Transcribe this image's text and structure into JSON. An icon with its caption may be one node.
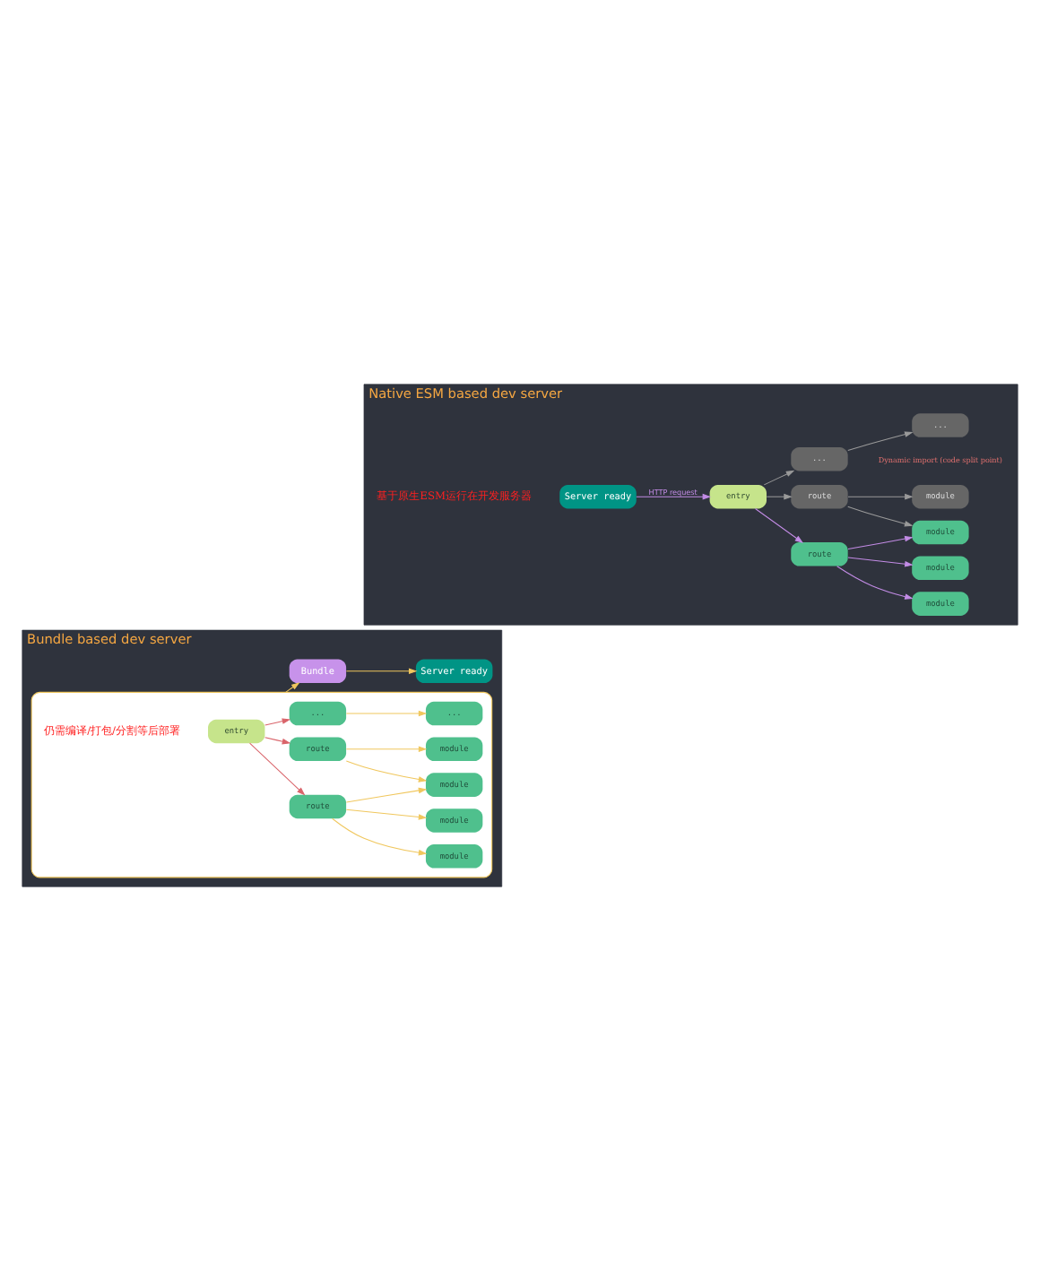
{
  "diagram": {
    "nodes": [
      {
        "text": [
          "Bundle based dev server"
        ]
      },
      {
        "text": [],
        "shape": "box",
        "in": 0
      },
      {
        "text": [
          "entry"
        ],
        "in": 1
      },
      {
        "text": [
          "route"
        ],
        "in": 1
      },
      {
        "text": [
          "route"
        ],
        "in": 1
      },
      {
        "text": [
          "..."
        ],
        "in": 1
      },
      {
        "text": [
          "module"
        ],
        "in": 1
      },
      {
        "text": [
          "module"
        ],
        "in": 1
      },
      {
        "text": [
          "module"
        ],
        "in": 1
      },
      {
        "text": [
          "module"
        ],
        "in": 1
      },
      {
        "text": [
          "..."
        ],
        "in": 1
      },
      {
        "text": [
          "Bundle"
        ],
        "in": 0
      },
      {
        "text": [
          "Server ready"
        ],
        "in": 0
      },
      {
        "text": [
          "Native ESM based dev server"
        ]
      },
      {
        "text": [
          "Server ready"
        ],
        "in": 13
      },
      {
        "text": [
          "entry"
        ],
        "in": 13
      },
      {
        "text": [
          "route"
        ],
        "in": 13
      },
      {
        "text": [
          "route"
        ],
        "in": 13
      },
      {
        "text": [
          "..."
        ],
        "in": 13
      },
      {
        "text": [
          "module"
        ],
        "in": 13
      },
      {
        "text": [
          "module"
        ],
        "in": 13
      },
      {
        "text": [
          "module"
        ],
        "in": 13
      },
      {
        "text": [
          "module"
        ],
        "in": 13
      },
      {
        "text": [
          "..."
        ],
        "in": 13
      }
    ],
    "edges": [
      {
        "from": 2,
        "to": 3,
        "arrow": "to",
        "color": "#d9646a"
      },
      {
        "from": 2,
        "to": 4,
        "arrow": "to",
        "color": "#d9646a"
      },
      {
        "from": 2,
        "to": 5,
        "arrow": "to",
        "color": "#d9646a"
      },
      {
        "from": 3,
        "to": 6,
        "arrow": "to"
      },
      {
        "from": 3,
        "to": 7,
        "arrow": "to"
      },
      {
        "from": 3,
        "to": 8,
        "arrow": "to"
      },
      {
        "from": 4,
        "to": 8,
        "arrow": "to"
      },
      {
        "from": 4,
        "to": 9,
        "arrow": "to"
      },
      {
        "from": 5,
        "to": 10,
        "arrow": "to"
      },
      {
        "from": 1,
        "to": 11,
        "arrow": "to"
      },
      {
        "from": 11,
        "to": 12,
        "arrow": "to"
      },
      {
        "from": 14,
        "to": 15,
        "arrow": "to",
        "label": "HTTP request",
        "color": "#c38ce6"
      },
      {
        "from": 15,
        "to": 16,
        "arrow": "to",
        "color": "#c38ce6"
      },
      {
        "from": 15,
        "to": 17,
        "arrow": "to",
        "color": "#9a9a9a"
      },
      {
        "from": 15,
        "to": 18,
        "arrow": "to",
        "color": "#9a9a9a"
      },
      {
        "from": 16,
        "to": 19,
        "arrow": "to",
        "color": "#c38ce6"
      },
      {
        "from": 16,
        "to": 20,
        "arrow": "to",
        "color": "#c38ce6"
      },
      {
        "from": 16,
        "to": 21,
        "arrow": "to",
        "color": "#c38ce6"
      },
      {
        "from": 17,
        "to": 21,
        "arrow": "to",
        "color": "#9a9a9a"
      },
      {
        "from": 17,
        "to": 22,
        "arrow": "to",
        "color": "#9a9a9a"
      },
      {
        "from": 18,
        "to": 23,
        "arrow": "to",
        "color": "#9a9a9a"
      }
    ],
    "labels": [
      "仍需编译/打包/分割等后部署",
      "基于原生ESM运行在开发服务器",
      "Dynamic import (code split point)"
    ]
  }
}
